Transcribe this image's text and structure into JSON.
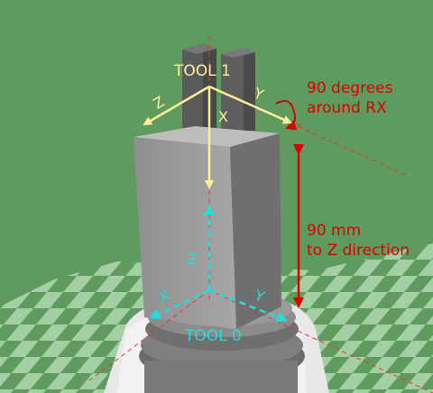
{
  "labels": {
    "tool1": "TOOL 1",
    "tool0": "TOOL 0",
    "rotation_line1": "90 degrees",
    "rotation_line2": "around RX",
    "offset_line1": "90 mm",
    "offset_line2": "to Z direction"
  },
  "axes": {
    "tool1": {
      "x": "X",
      "y": "Y",
      "z": "Z"
    },
    "tool0": {
      "x": "X",
      "y": "Y",
      "z": "Z"
    }
  },
  "colors": {
    "background": "#5f9b5f",
    "checker_light": "#a8d2a8",
    "checker_dark": "#5f9b5f",
    "tool1_axis": "#ffee99",
    "tool0_axis": "#22dddd",
    "tool1_label": "#ffee99",
    "tool0_label": "#22dddd",
    "annotation": "#dd0000",
    "dashed_guide": "#ee3333"
  }
}
